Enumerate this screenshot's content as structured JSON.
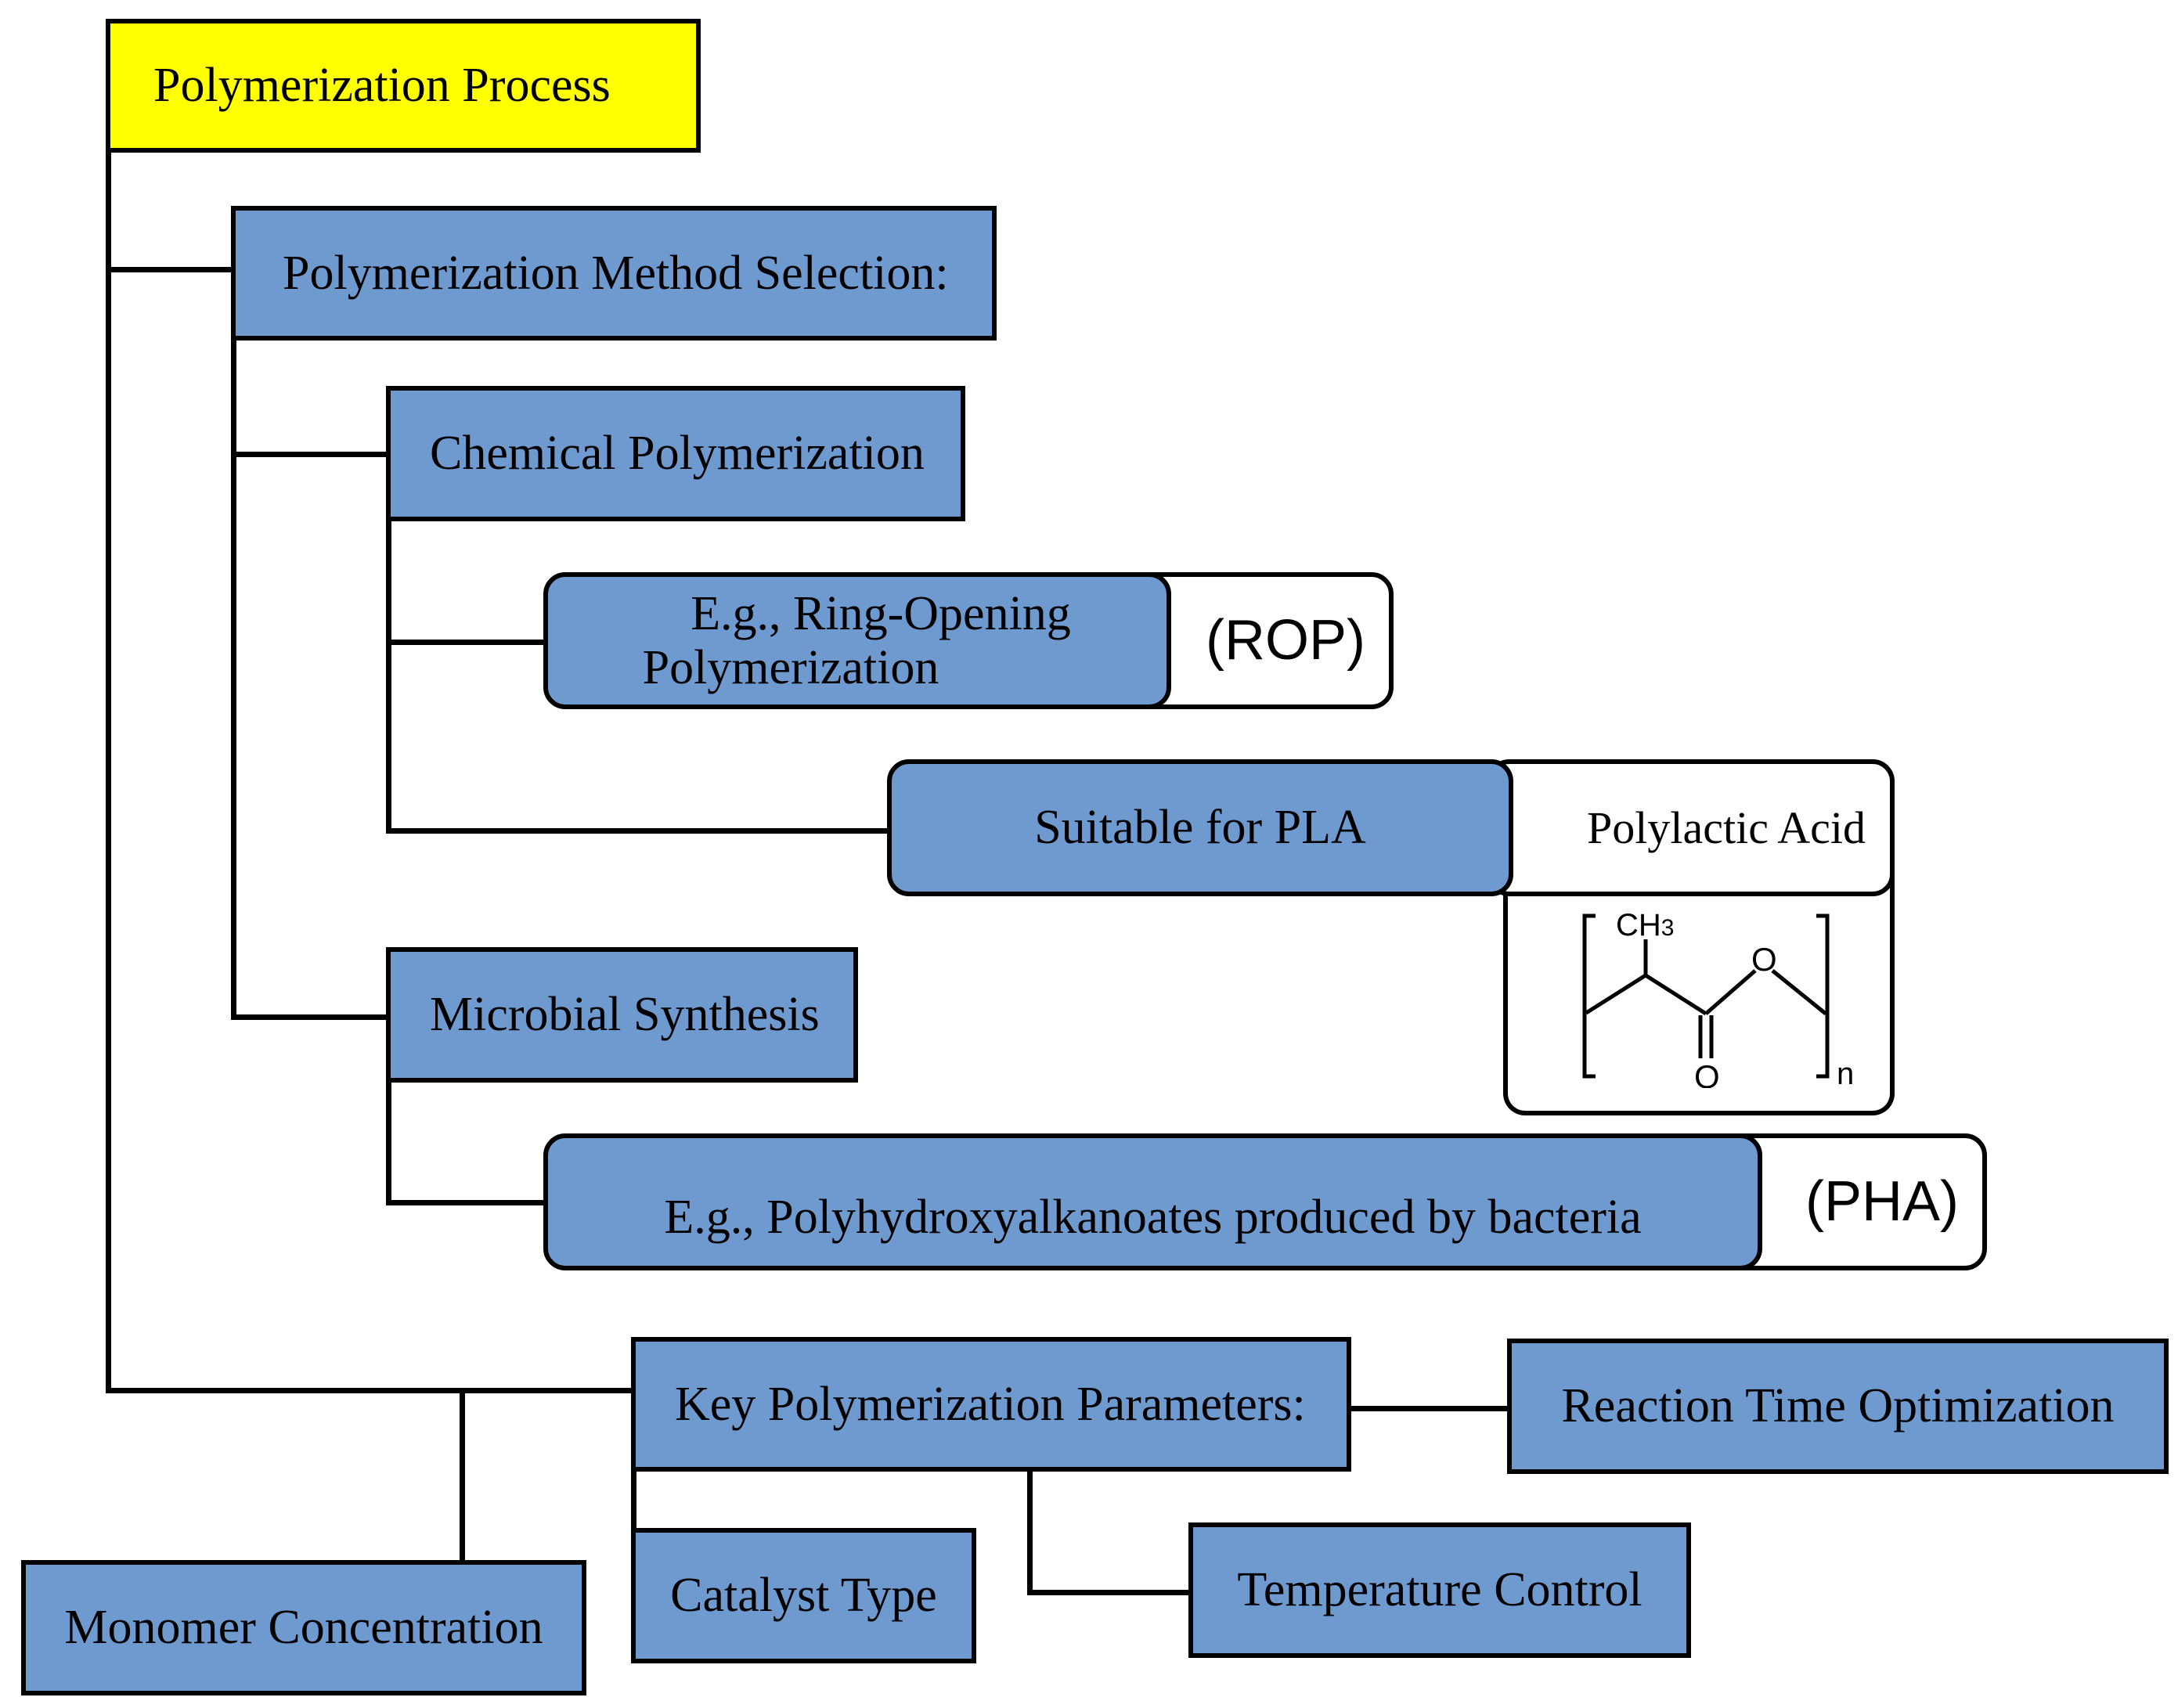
{
  "nodes": {
    "root": "Polymerization Process",
    "method_selection": "Polymerization Method Selection:",
    "chemical": "Chemical Polymerization",
    "rop_line1": "E.g., Ring-Opening",
    "rop_line2": "Polymerization",
    "rop_abbr": "(ROP)",
    "pla": "Suitable for PLA",
    "pla_name": "Polylactic Acid",
    "microbial": "Microbial Synthesis",
    "pha": "E.g., Polyhydroxyalkanoates produced by bacteria",
    "pha_abbr": "(PHA)",
    "key_params": "Key Polymerization Parameters:",
    "reaction_time": "Reaction Time Optimization",
    "catalyst": "Catalyst Type",
    "temperature": "Temperature Control",
    "monomer": "Monomer Concentration"
  },
  "structure": {
    "methyl": "CH",
    "methyl_sub": "3",
    "oxygen_ring": "O",
    "oxygen_carbonyl": "O",
    "repeat": "n"
  },
  "colors": {
    "box_fill": "#6f9ad0",
    "title_fill": "#ffff00",
    "outline": "#000000"
  }
}
